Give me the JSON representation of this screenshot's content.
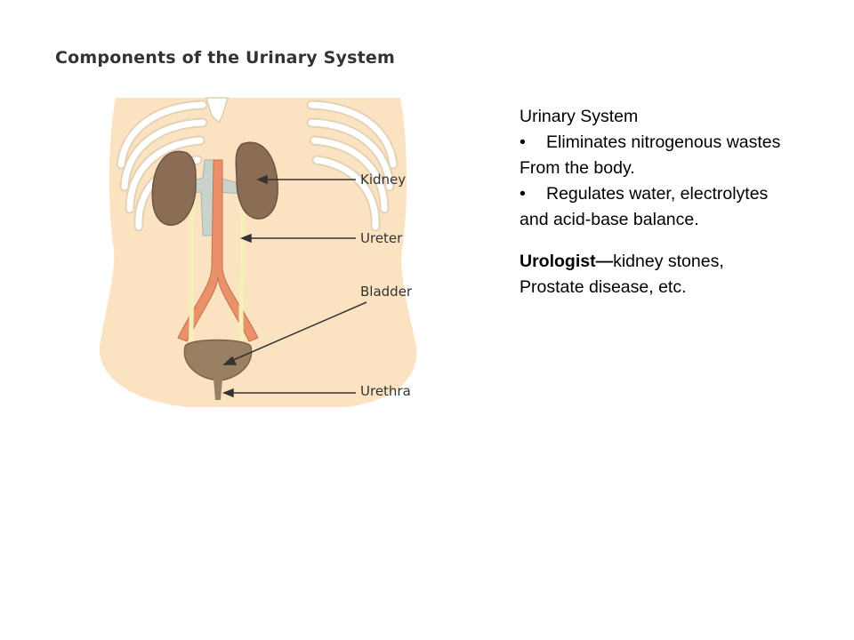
{
  "diagram": {
    "title": "Components of the Urinary System",
    "labels": {
      "kidney": "Kidney",
      "ureter": "Ureter",
      "bladder": "Bladder",
      "urethra": "Urethra"
    },
    "colors": {
      "skin": "#fbe3c2",
      "bone": "#ffffff",
      "kidney": "#8b6d55",
      "vessel": "#e8916b",
      "ureter": "#f5f0b8",
      "bladder": "#9a8062",
      "vena_cava": "#c9d3cc"
    }
  },
  "text_panel": {
    "heading": "Urinary System",
    "bullet_symbol": "•",
    "bullet1_line1": "Eliminates nitrogenous wastes",
    "bullet1_line2": "From the body.",
    "bullet2_line1": "Regulates water, electrolytes",
    "bullet2_line2": "and acid-base balance.",
    "urologist_term": "Urologist—",
    "urologist_line1_rest": "kidney stones,",
    "urologist_line2": "Prostate disease, etc."
  }
}
